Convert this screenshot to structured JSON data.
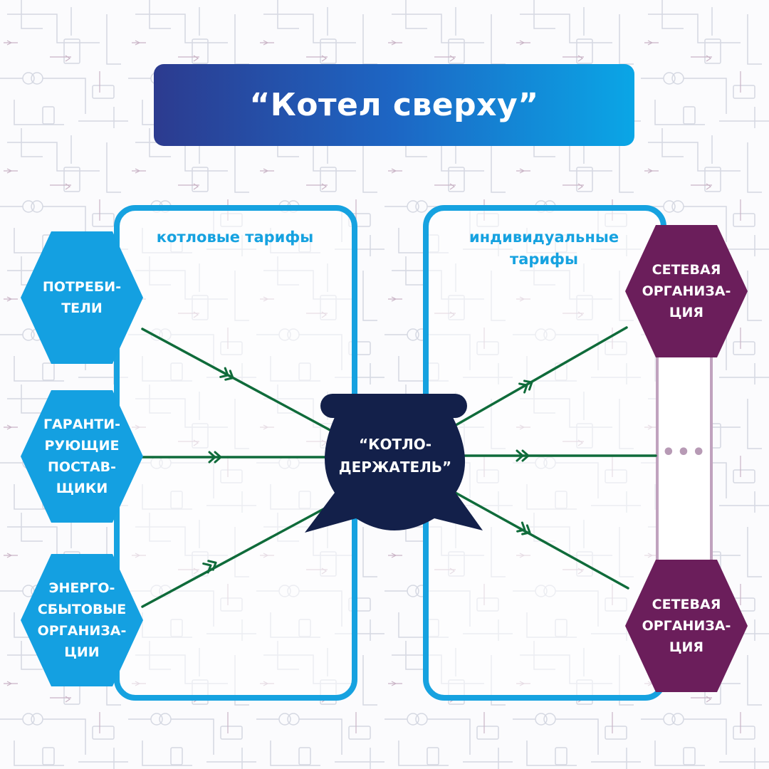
{
  "title": "“Котел сверху”",
  "panels": {
    "left_label": "котловые тарифы",
    "right_label": "индивидуальные тарифы"
  },
  "nodes": {
    "consumers": "ПОТРЕБИ-\nТЕЛИ",
    "guaranteeing_suppliers": "ГАРАНТИ-\nРУЮЩИЕ\nПОСТАВ-\nЩИКИ",
    "retail_companies": "ЭНЕРГО-\nСБЫТОВЫЕ\nОРГАНИЗА-\nЦИИ",
    "grid_org_top": "СЕТЕВАЯ\nОРГАНИЗА-\nЦИЯ",
    "grid_org_bottom": "СЕТЕВАЯ\nОРГАНИЗА-\nЦИЯ",
    "ellipsis": "•••",
    "pot_holder": "“КОТЛО-\nДЕРЖАТЕЛЬ”"
  },
  "colors": {
    "blue": "#14a0e1",
    "purple": "#6b1e5b",
    "navy": "#13204a",
    "arrow": "#0f6b3a"
  }
}
